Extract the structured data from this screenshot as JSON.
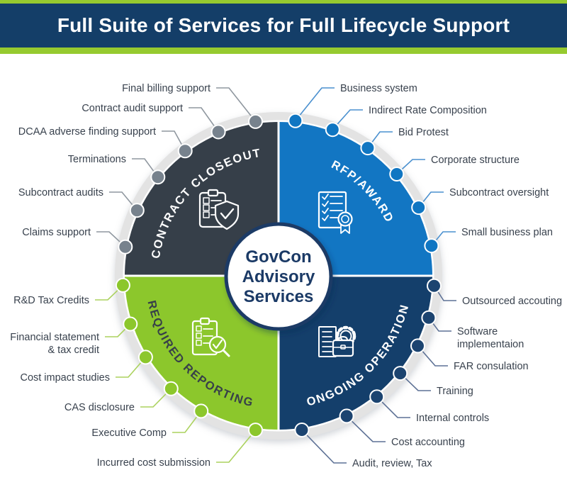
{
  "header": {
    "title": "Full Suite of Services for Full Lifecycle Support"
  },
  "center": {
    "lines": [
      "GovCon",
      "Advisory",
      "Services"
    ]
  },
  "quadrants": [
    {
      "id": "contract-closeout",
      "title": "CONTRACT CLOSEOUT",
      "color": "#363f49",
      "dot_color": "#77828d",
      "line_color": "#8f979f",
      "title_color": "#ffffff",
      "icon": "clipboard-shield-icon",
      "services": [
        "Final billing support",
        "Contract audit support",
        "DCAA adverse finding support",
        "Terminations",
        "Subcontract audits",
        "Claims support"
      ]
    },
    {
      "id": "rfp-award",
      "title": "RFP/AWARD",
      "color": "#1276c3",
      "dot_color": "#1076c2",
      "line_color": "#4a90cf",
      "title_color": "#ffffff",
      "icon": "document-award-icon",
      "services": [
        "Business system",
        "Indirect Rate Composition",
        "Bid Protest",
        "Corporate structure",
        "Subcontract oversight",
        "Small business plan"
      ]
    },
    {
      "id": "required-reporting",
      "title": "REQUIRED REPORTING",
      "color": "#8cc72c",
      "dot_color": "#8cc72c",
      "line_color": "#abd25e",
      "title_color": "#374049",
      "icon": "clipboard-magnifier-icon",
      "services": [
        "R&D Tax Credits",
        "Financial statement\n& tax credit",
        "Cost impact studies",
        "CAS disclosure",
        "Executive Comp",
        "Incurred cost submission"
      ]
    },
    {
      "id": "ongoing-operation",
      "title": "ONGOING OPERATION",
      "color": "#143f6b",
      "dot_color": "#1c4470",
      "line_color": "#5d7195",
      "title_color": "#ffffff",
      "icon": "document-briefcase-gear-icon",
      "services": [
        "Outsourced accouting",
        "Software\nimplementaion",
        "FAR consulation",
        "Training",
        "Internal controls",
        "Cost accounting",
        "Audit, review, Tax"
      ]
    }
  ],
  "colors": {
    "header_bar": "#143e68",
    "stripe": "#96ca2f",
    "rim": "#e3e3e3",
    "center_border": "#1b3a66",
    "center_text": "#1b3a66",
    "label_text": "#39424e",
    "background": "#ffffff"
  }
}
